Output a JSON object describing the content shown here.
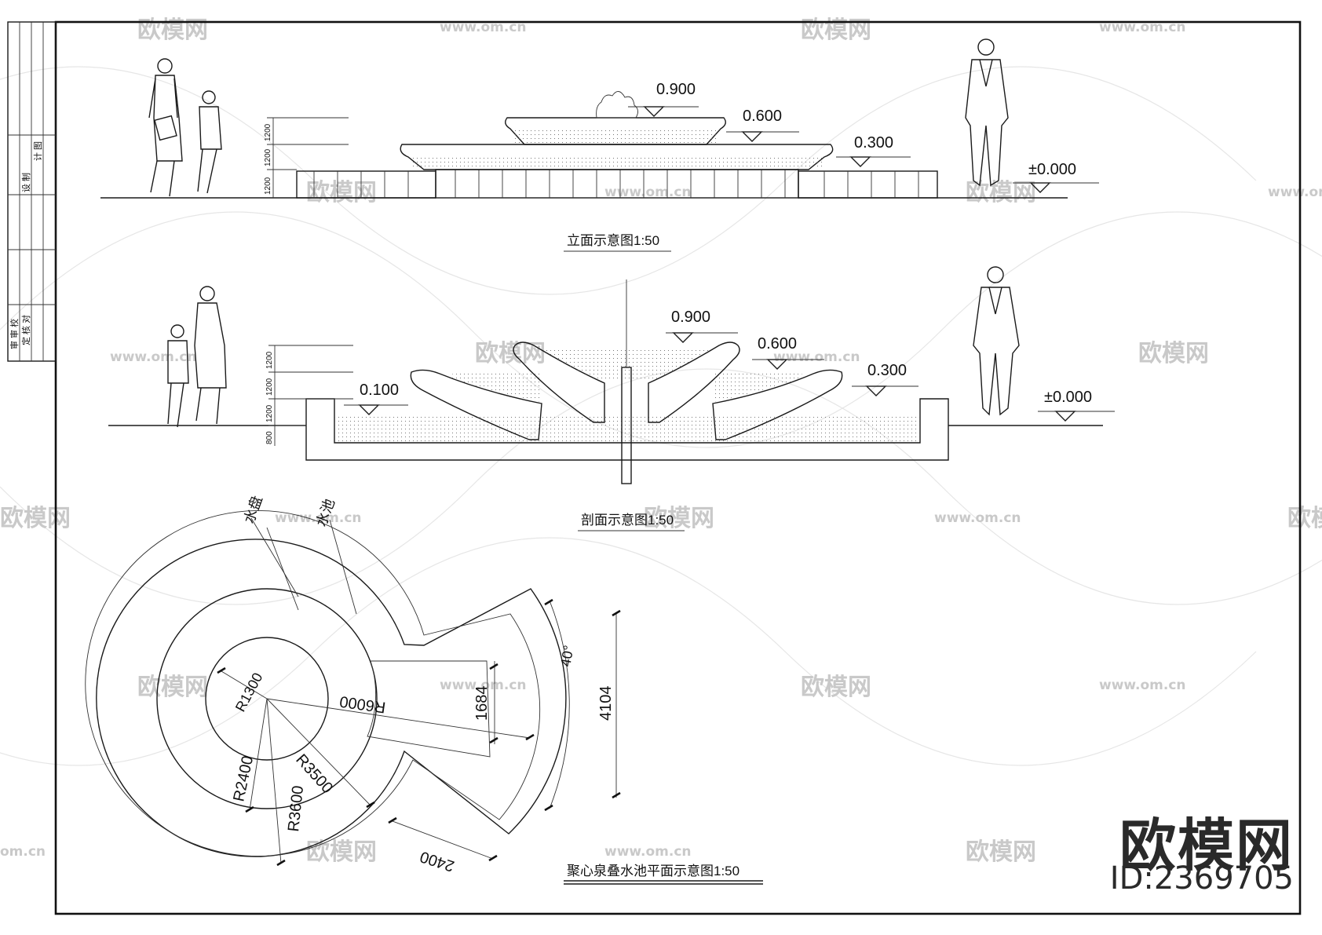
{
  "watermark": {
    "brand": "欧模网",
    "url": "www.om.cn",
    "url_partial": "om.cn"
  },
  "brand_logo": {
    "title": "欧模网",
    "id": "ID:2369705"
  },
  "title_block": {
    "col1": "审 审 校",
    "col2": "定 核 对",
    "col3": "设 制",
    "col4": "计 图"
  },
  "elevation": {
    "caption": "立面示意图1:50",
    "levels": [
      "0.900",
      "0.600",
      "0.300",
      "±0.000"
    ],
    "dims": [
      "1200",
      "1200",
      "1200"
    ]
  },
  "section": {
    "caption": "剖面示意图1:50",
    "levels": [
      "0.900",
      "0.600",
      "0.300",
      "0.100",
      "±0.000"
    ],
    "dims": [
      "1200",
      "1200",
      "1200",
      "800"
    ]
  },
  "plan": {
    "caption": "聚心泉叠水池平面示意图1:50",
    "labels": {
      "tray": "水盘",
      "pool": "水池"
    },
    "dims": {
      "r6000": "R6000",
      "r1300": "R1300",
      "r2400": "R2400",
      "r3600": "R3600",
      "r3500": "R3500",
      "d1684": "1684",
      "d4104": "4104",
      "angle": "40°",
      "d2400": "2400"
    }
  }
}
